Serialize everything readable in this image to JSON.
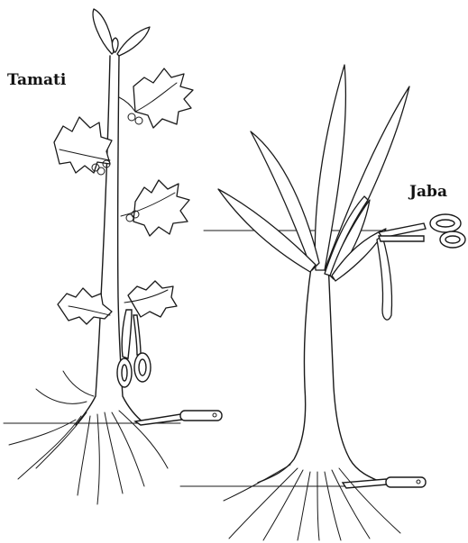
{
  "labels": {
    "left_plant": "Tamati",
    "right_plant": "Jaba"
  },
  "figure": {
    "left_plant_tool": "scissors-and-knife",
    "right_plant_tool": "scissors-and-knife"
  }
}
